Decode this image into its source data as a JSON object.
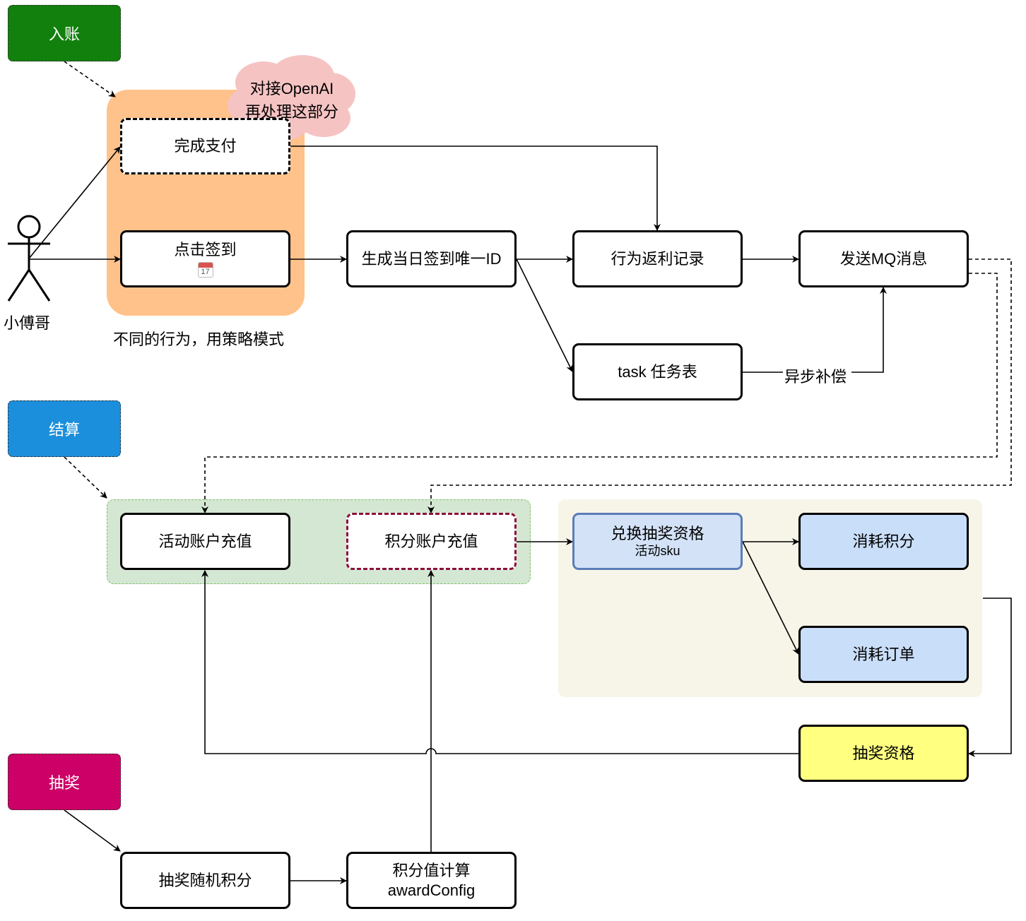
{
  "phase_tags": {
    "ruzhang": "入账",
    "jiesuan": "结算",
    "choujiang": "抽奖"
  },
  "actor": {
    "name": "小傅哥"
  },
  "cloud_note": {
    "line1": "对接OpenAI",
    "line2": "再处理这部分"
  },
  "strategy_caption": "不同的行为，用策略模式",
  "nodes": {
    "complete_payment": "完成支付",
    "click_signin": "点击签到",
    "calendar_day": "17",
    "gen_signin_id": "生成当日签到唯一ID",
    "rebate_record": "行为返利记录",
    "send_mq": "发送MQ消息",
    "task_table": "task 任务表",
    "activity_account_recharge": "活动账户充值",
    "points_account_recharge": "积分账户充值",
    "exchange_qualification": "兑换抽奖资格",
    "exchange_qualification_sub": "活动sku",
    "consume_points": "消耗积分",
    "consume_order": "消耗订单",
    "lottery_qualification": "抽奖资格",
    "lottery_random_points": "抽奖随机积分",
    "points_value_calc": "积分值计算",
    "points_value_calc_sub": "awardConfig"
  },
  "edge_labels": {
    "async_compensation": "异步补偿"
  },
  "colors": {
    "ruzhang_tag": "#12800d",
    "jiesuan_tag": "#1b8fdc",
    "choujiang_tag": "#cc0066",
    "strategy_region": "#ffc28a",
    "cloud": "#f6c3c3",
    "settle_region": "#d4e7d2",
    "settle_region_border": "#7fbf6a",
    "exchange_region": "#f7f5e8",
    "blue_node": "#c9def9",
    "exchange_node": "#d3e2f7",
    "exchange_node_border": "#5b7cb8",
    "yellow_node": "#ffff80",
    "dashed_red_border": "#8b0f38"
  }
}
